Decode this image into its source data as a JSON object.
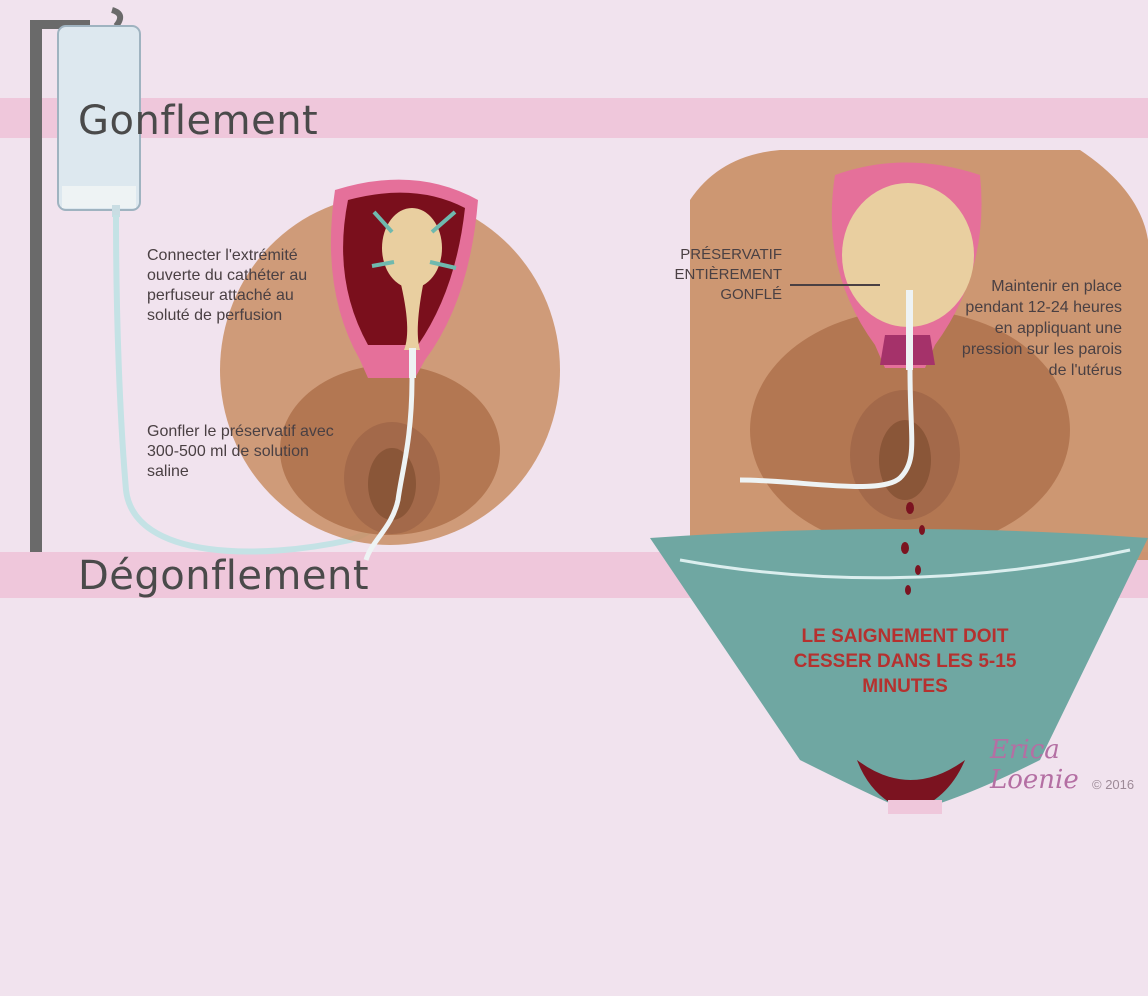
{
  "headings": {
    "inflation": "Gonflement",
    "deflation": "Dégonflement"
  },
  "instructions": {
    "connect": "Connecter l'extrémité ouverte du cathéter au perfuseur attaché au soluté de perfusion",
    "inflate": "Gonfler le préservatif avec 300-500 ml de solution saline",
    "condom_label": "PRÉSERVATIF ENTIÈREMENT GONFLÉ",
    "maintain": "Maintenir en place pendant 12-24 heures en appliquant une pression sur les parois de l'utérus",
    "bleeding_stop": "LE SAIGNEMENT DOIT CESSER DANS LES 5-15 MINUTES"
  },
  "credit": {
    "signature": "Erica Loenie",
    "copyright": "© 2016"
  },
  "colors": {
    "background": "#f1e3ee",
    "band": "#efc7db",
    "skin": "#c98e64",
    "skin_dark": "#a86d48",
    "uterus_wall": "#e5709a",
    "uterus_inner": "#7a0f1c",
    "balloon": "#e9cfa0",
    "basin": "#6fa7a2",
    "blood": "#7b1320",
    "accent_text": "#b5312f",
    "arrow": "#6fb9ae"
  }
}
